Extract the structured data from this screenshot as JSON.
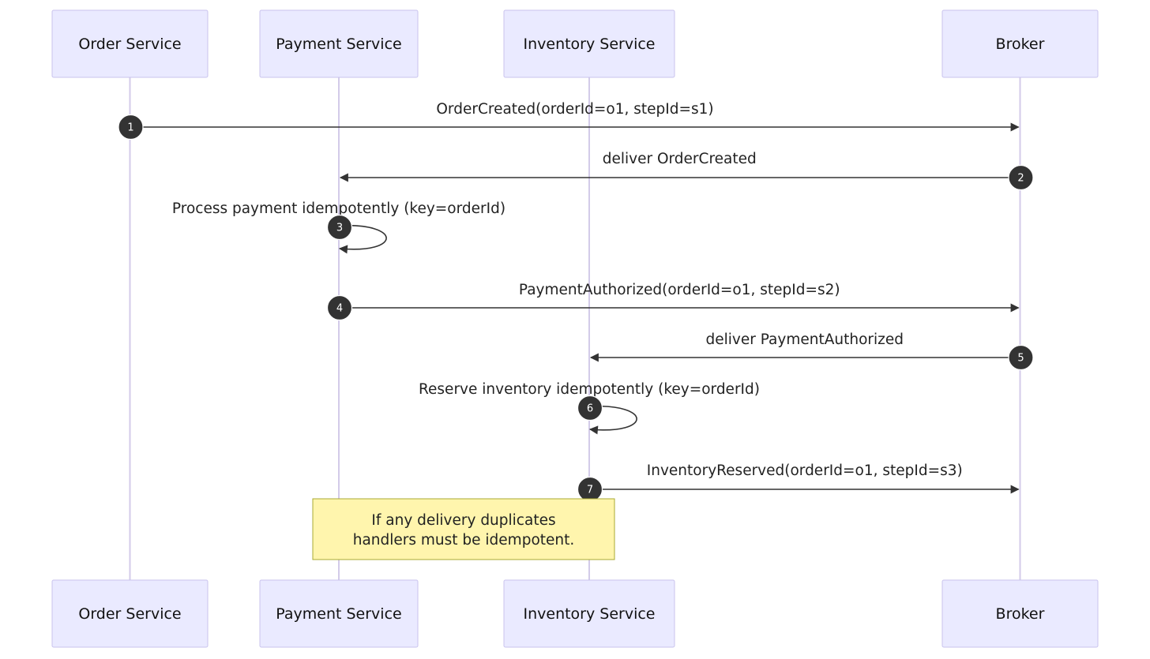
{
  "diagram": {
    "type": "sequence",
    "participants": [
      {
        "id": "order",
        "label": "Order Service"
      },
      {
        "id": "payment",
        "label": "Payment Service"
      },
      {
        "id": "inventory",
        "label": "Inventory Service"
      },
      {
        "id": "broker",
        "label": "Broker"
      }
    ],
    "messages": [
      {
        "step": "1",
        "from": "order",
        "to": "broker",
        "label": "OrderCreated(orderId=o1, stepId=s1)"
      },
      {
        "step": "2",
        "from": "broker",
        "to": "payment",
        "label": "deliver OrderCreated"
      },
      {
        "step": "3",
        "from": "payment",
        "to": "payment",
        "label": "Process payment idempotently (key=orderId)"
      },
      {
        "step": "4",
        "from": "payment",
        "to": "broker",
        "label": "PaymentAuthorized(orderId=o1, stepId=s2)"
      },
      {
        "step": "5",
        "from": "broker",
        "to": "inventory",
        "label": "deliver PaymentAuthorized"
      },
      {
        "step": "6",
        "from": "inventory",
        "to": "inventory",
        "label": "Reserve inventory idempotently (key=orderId)"
      },
      {
        "step": "7",
        "from": "inventory",
        "to": "broker",
        "label": "InventoryReserved(orderId=o1, stepId=s3)"
      }
    ],
    "note": {
      "lines": [
        "If any delivery duplicates",
        "handlers must be idempotent."
      ]
    },
    "colors": {
      "actor_fill": "#eaeaff",
      "actor_stroke": "#c9c3ee",
      "lifeline": "#d3cbe9",
      "arrow": "#333333",
      "note_fill": "#fff5ad",
      "note_stroke": "#aaaa33"
    }
  }
}
